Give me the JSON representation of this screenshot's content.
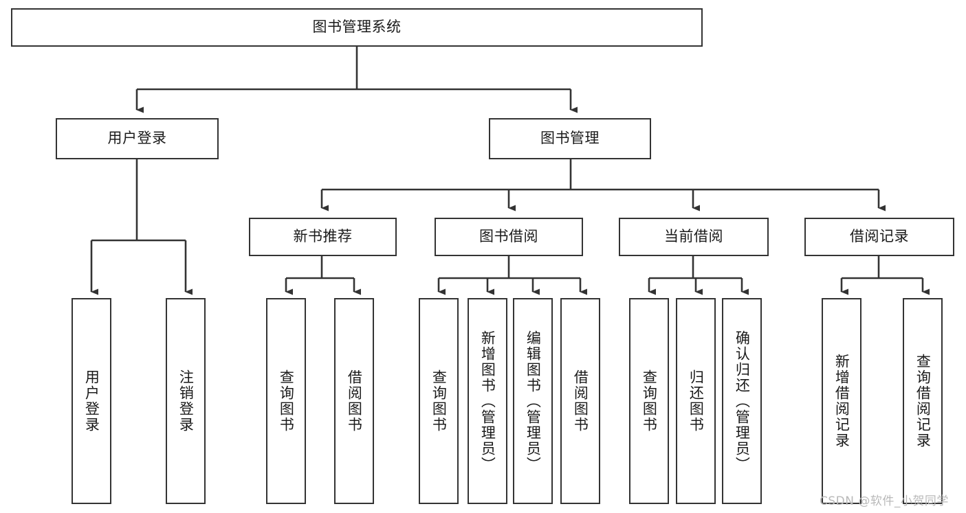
{
  "diagram": {
    "title": "图书管理系统",
    "watermark": "CSDN @软件_小贺同学",
    "line_color": "#333333",
    "box_fill": "#ffffff",
    "text_color": "#1a1a1a",
    "nodes": {
      "root": "图书管理系统",
      "user_login": "用户登录",
      "book_manage": "图书管理",
      "new_book_rec": "新书推荐",
      "book_borrow": "图书借阅",
      "current_borrow": "当前借阅",
      "borrow_record": "借阅记录",
      "leaf_user_login": "用户登录",
      "leaf_logout": "注销登录",
      "leaf_query_book_1": "查询图书",
      "leaf_borrow_book_1": "借阅图书",
      "leaf_query_book_2": "查询图书",
      "leaf_add_book_admin": "新增图书（管理员）",
      "leaf_edit_book_admin": "编辑图书（管理员）",
      "leaf_borrow_book_2": "借阅图书",
      "leaf_query_book_3": "查询图书",
      "leaf_return_book": "归还图书",
      "leaf_confirm_return_admin": "确认归还（管理员）",
      "leaf_add_record": "新增借阅记录",
      "leaf_query_record": "查询借阅记录"
    }
  }
}
